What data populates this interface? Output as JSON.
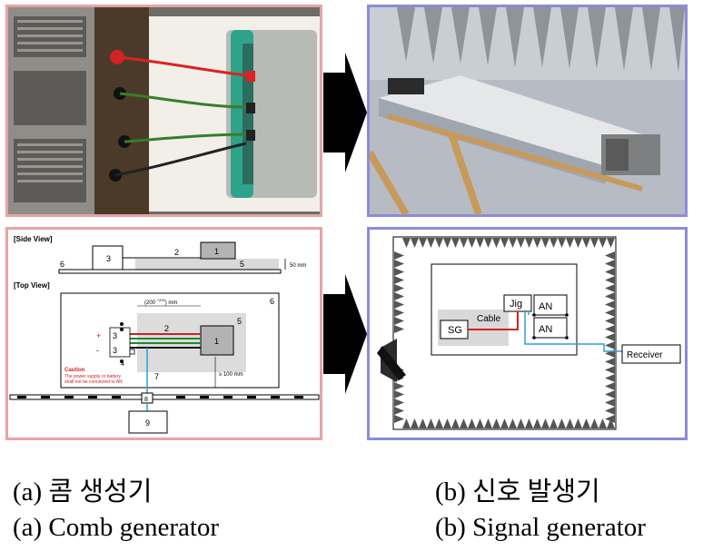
{
  "photo_a": {},
  "photo_b": {},
  "diagram_a": {
    "side_view_label": "[Side View]",
    "top_view_label": "[Top View]",
    "side_labels": {
      "n3": "3",
      "n2": "2",
      "n1": "1",
      "n6": "6",
      "n5": "5",
      "height": "50 mm"
    },
    "top_labels": {
      "dim": "(200 ",
      "dim_sup": "+200",
      "dim_end": ") mm",
      "n6": "6",
      "n5": "5",
      "n2": "2",
      "n1": "1",
      "plus": "+",
      "minus": "-",
      "n3a": "3",
      "n3b": "3",
      "n4": "4",
      "caution_title": "Caution",
      "caution_line1": "The power supply or battery",
      "caution_line2": "shall not be connected to AN",
      "n7": "7",
      "n8": "8",
      "n9": "9",
      "min_dist": "≥ 100 mm"
    }
  },
  "diagram_b": {
    "jig": "Jig",
    "an1": "AN",
    "an2": "AN",
    "cable": "Cable",
    "sg": "SG",
    "receiver": "Receiver"
  },
  "captions": {
    "a_korean": "(a) 콤 생성기",
    "a_english": "(a) Comb generator",
    "b_korean": "(b) 신호 발생기",
    "b_english": "(b) Signal generator"
  }
}
